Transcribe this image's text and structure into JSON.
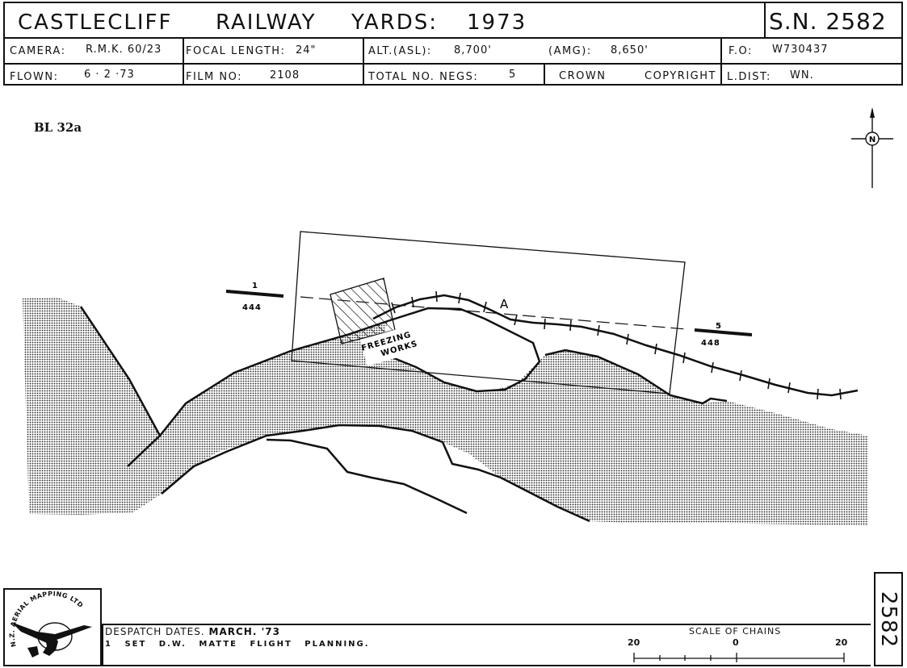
{
  "header": {
    "title_place": "CASTLECLIFF",
    "title_name": "RAILWAY",
    "title_yards": "YARDS:",
    "title_year": "1973",
    "sn": "S.N. 2582",
    "camera_label": "CAMERA:",
    "camera_value": "R.M.K. 60/23",
    "focal_label": "FOCAL LENGTH:",
    "focal_value": "24\"",
    "alt_label": "ALT.(ASL):",
    "alt_value": "8,700'",
    "amg_label": "(AMG):",
    "amg_value": "8,650'",
    "fo_label": "F.O:",
    "fo_value": "W730437",
    "flown_label": "FLOWN:",
    "flown_value": "6 · 2 ·73",
    "film_label": "FILM NO:",
    "film_value": "2108",
    "negs_label": "TOTAL NO. NEGS:",
    "negs_value": "5",
    "crown": "CROWN",
    "copyright": "COPYRIGHT",
    "ldist_label": "L.DIST:",
    "ldist_value": "WN."
  },
  "ref_code": "BL 32a",
  "map": {
    "north_letter": "N",
    "run_start_num": "1",
    "run_start_neg": "444",
    "run_end_num": "5",
    "run_end_neg": "448",
    "point_label": "A",
    "freezing_line1": "FREEZING",
    "freezing_line2": "WORKS"
  },
  "footer": {
    "logo_text": "N.Z. AERIAL MAPPING LTD",
    "despatch_prefix": "DESPATCH DATES.",
    "despatch_month": "MARCH. '73",
    "set_line": "1 SET D.W. MATTE FLIGHT PLANNING.",
    "scale_title": "SCALE OF CHAINS",
    "scale_left": "20",
    "scale_mid": "0",
    "scale_right": "20",
    "side_number": "2582"
  }
}
